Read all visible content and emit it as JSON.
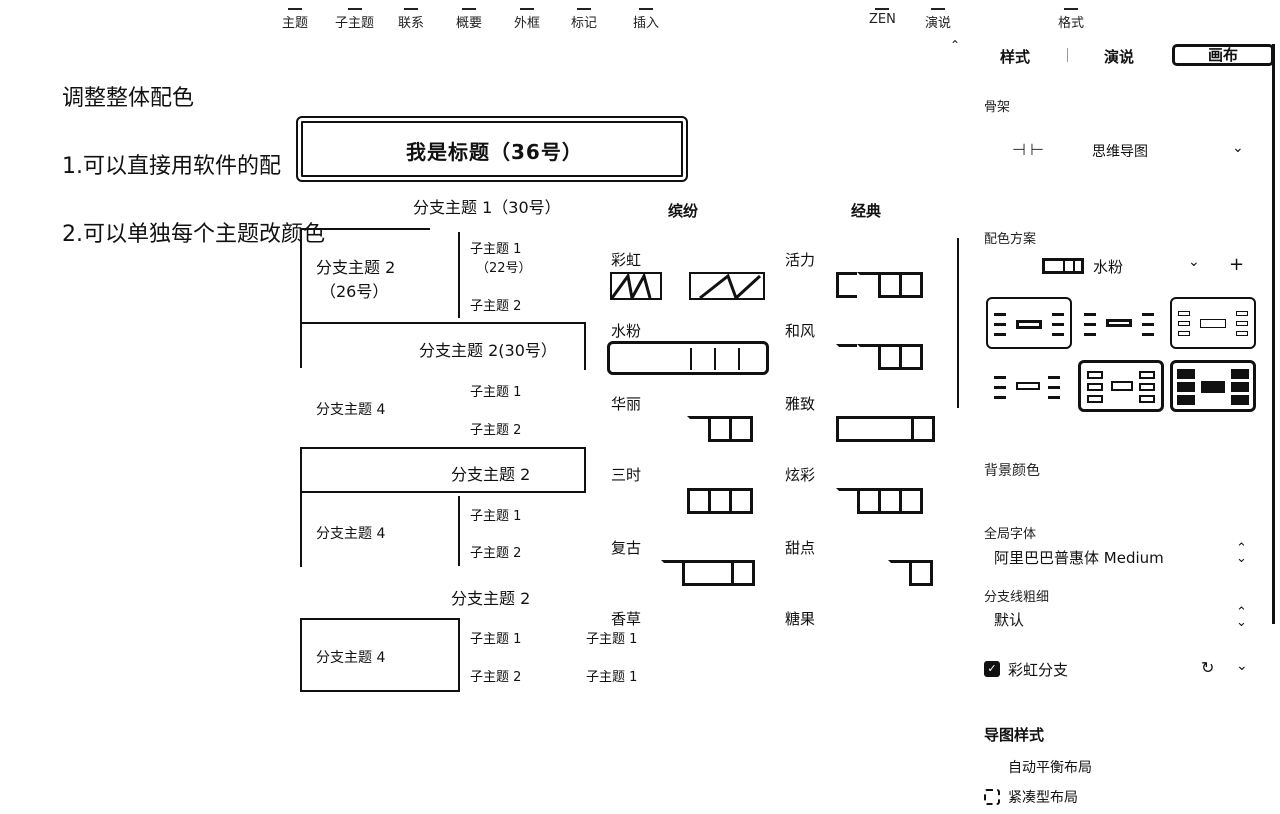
{
  "toolbar": {
    "items": [
      "主题",
      "子主题",
      "联系",
      "概要",
      "外框",
      "标记",
      "插入"
    ],
    "right_items": [
      "ZEN",
      "演说"
    ],
    "format": "格式"
  },
  "notes": {
    "line1": "调整整体配色",
    "line2": "1.可以直接用软件的配",
    "line3": "2.可以单独每个主题改颜色"
  },
  "mindmap": {
    "title": "我是标题（36号）",
    "branch1": "分支主题 1（30号）",
    "branch2_26_line1": "分支主题 2",
    "branch2_26_line2": "（26号）",
    "sub1_22_line1": "子主题 1",
    "sub1_22_line2": "（22号）",
    "sub2": "子主题 2",
    "branch2_30": "分支主题 2(30号）",
    "sub1": "子主题 1",
    "branch4": "分支主题 4",
    "branch2": "分支主题 2"
  },
  "palette": {
    "col1_head": "缤纷",
    "col2_head": "经典",
    "names": [
      "彩虹",
      "活力",
      "水粉",
      "和风",
      "华丽",
      "雅致",
      "三时",
      "炫彩",
      "复古",
      "甜点",
      "香草",
      "糖果"
    ]
  },
  "panel": {
    "tabs": [
      "样式",
      "演说",
      "画布"
    ],
    "active_tab": "画布",
    "skeleton_label": "骨架",
    "skeleton_value": "思维导图",
    "scheme_label": "配色方案",
    "scheme_value": "水粉",
    "scheme_add": "+",
    "bg_color_label": "背景颜色",
    "font_label": "全局字体",
    "font_value": "阿里巴巴普惠体 Medium",
    "line_width_label": "分支线粗细",
    "line_width_value": "默认",
    "rainbow_label": "彩虹分支",
    "rainbow_checked": true,
    "map_style_label": "导图样式",
    "auto_balance": "自动平衡布局",
    "compact": "紧凑型布局"
  }
}
